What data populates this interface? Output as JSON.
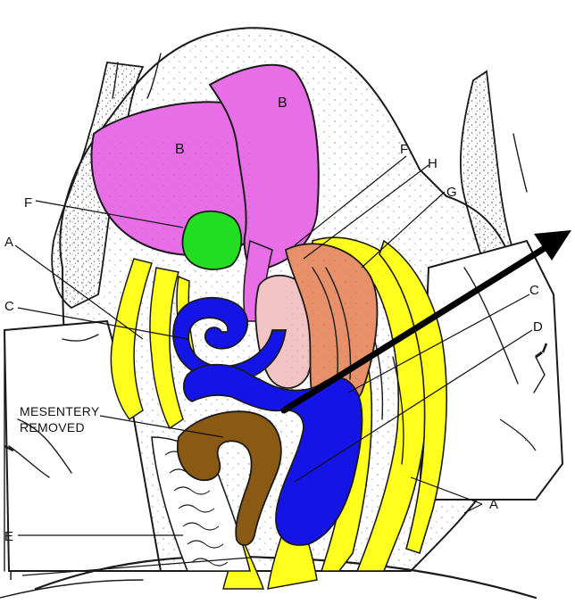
{
  "labels": {
    "B_left": "B",
    "B_right": "B",
    "F_left": "F",
    "F_right": "F",
    "H": "H",
    "G": "G",
    "A_left": "A",
    "C_left": "C",
    "C_right": "C",
    "D": "D",
    "A_right": "A",
    "E": "E",
    "I": "I",
    "mesentery_line1": "MESENTERY",
    "mesentery_line2": "REMOVED"
  },
  "colors": {
    "B_organ": "#e86ee8",
    "green_organ": "#22dd22",
    "blue_intestine": "#1414e6",
    "brown_intestine": "#8a5a14",
    "liver": "#e8906a",
    "pink_organ": "#f2c4c4",
    "yellow_fat": "#ffff1e",
    "arrow": "#000000"
  }
}
